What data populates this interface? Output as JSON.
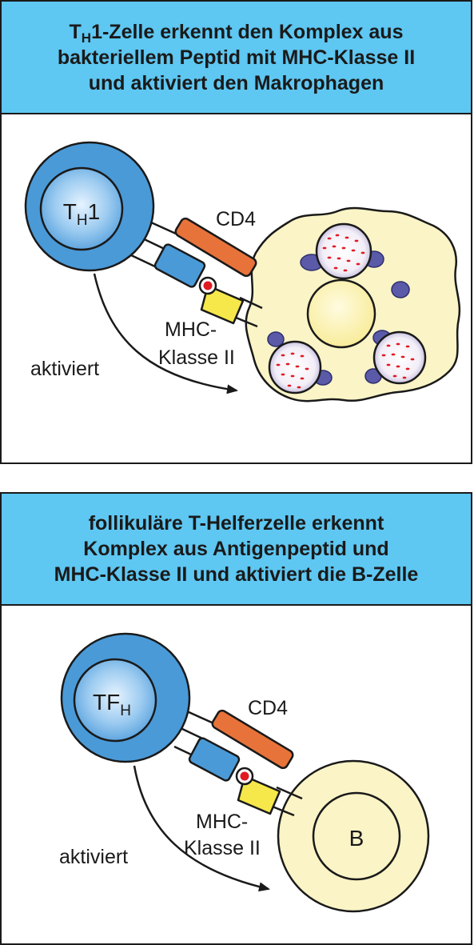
{
  "panel1": {
    "header": {
      "line1_sym": "T",
      "line1_sub": "H",
      "line1_rest": "1-Zelle erkennt den Komplex aus",
      "line2": "bakteriellem Peptid mit MHC-Klasse II",
      "line3": "und aktiviert den Makrophagen"
    },
    "cell_label_main": "T",
    "cell_label_sub": "H",
    "cell_label_suffix": "1",
    "cd4": "CD4",
    "mhc_line1": "MHC-",
    "mhc_line2": "Klasse II",
    "activated": "aktiviert"
  },
  "panel2": {
    "header": {
      "line1": "follikuläre T-Helferzelle erkennt",
      "line2": "Komplex aus Antigenpeptid und",
      "line3": "MHC-Klasse II und aktiviert die B-Zelle"
    },
    "cell_label_main": "TF",
    "cell_label_sub": "H",
    "cd4": "CD4",
    "mhc_line1": "MHC-",
    "mhc_line2": "Klasse II",
    "activated": "aktiviert",
    "b_cell_label": "B"
  },
  "colors": {
    "header_bg": "#5ec7f2",
    "t_cell_blue": "#4a9ad8",
    "cd4_orange": "#e8733a",
    "mhc_yellow": "#f6e84a",
    "peptide_red": "#e01b24",
    "cream": "#faf4c6",
    "vesicle_purple": "#5a5aa8"
  }
}
